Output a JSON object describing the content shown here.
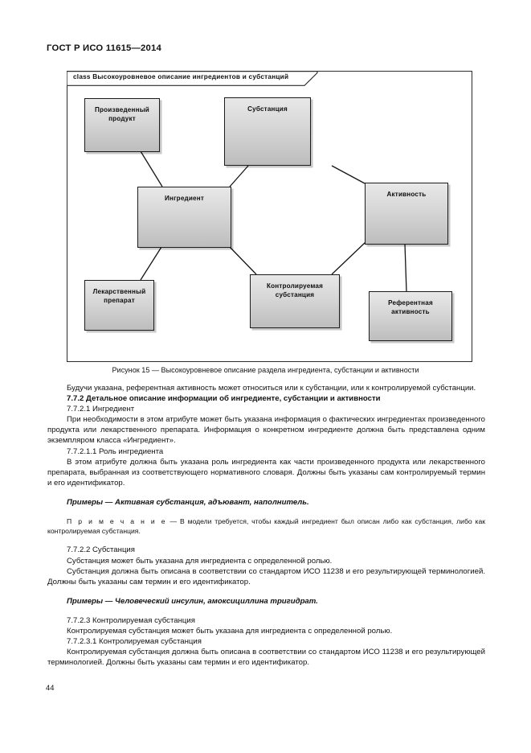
{
  "header": {
    "standard_id": "ГОСТ Р ИСО 11615—2014"
  },
  "figure": {
    "frame_label": "class Высокоуровневое описание ингредиентов и субстанций",
    "caption": "Рисунок 15 — Высокоуровневое описание раздела ингредиента, субстанции и активности",
    "nodes": [
      {
        "id": "manufactured-product",
        "label": "Произведенный\nпродукт"
      },
      {
        "id": "substance",
        "label": "Субстанция"
      },
      {
        "id": "ingredient",
        "label": "Ингредиент"
      },
      {
        "id": "activity",
        "label": "Активность"
      },
      {
        "id": "medicinal-product",
        "label": "Лекарственный\nпрепарат"
      },
      {
        "id": "controlled-substance",
        "label": "Контролируемая\nсубстанция"
      },
      {
        "id": "reference-activity",
        "label": "Референтная\nактивность"
      }
    ],
    "edges": [
      {
        "from": "manufactured-product",
        "to": "ingredient"
      },
      {
        "from": "ingredient",
        "to": "substance"
      },
      {
        "from": "substance",
        "to": "activity"
      },
      {
        "from": "ingredient",
        "to": "medicinal-product"
      },
      {
        "from": "ingredient",
        "to": "controlled-substance"
      },
      {
        "from": "controlled-substance",
        "to": "activity"
      },
      {
        "from": "activity",
        "to": "reference-activity"
      }
    ]
  },
  "body": {
    "p1": "Будучи указана, референтная активность может относиться или к субстанции, или к контролируемой субстанции.",
    "h1": "7.7.2 Детальное описание информации об ингредиенте, субстанции и активности",
    "h2": "7.7.2.1 Ингредиент",
    "p2": "При необходимости в этом атрибуте может быть указана информация о фактических ингредиентах произведенного продукта или лекарственного препарата. Информация о конкретном ингредиенте должна быть представлена одним экземпляром класса «Ингредиент».",
    "h3": "7.7.2.1.1 Роль ингредиента",
    "p3": "В этом атрибуте должна быть указана роль ингредиента как части произведенного продукта или лекарственного препарата, выбранная из соответствующего нормативного словаря. Должны быть указаны сам контролируемый термин и его идентификатор.",
    "ex1": "Примеры — Активная субстанция, адъювант, наполнитель.",
    "note_label": "П р и м е ч а н и е",
    "note1": " — В модели требуется, чтобы каждый ингредиент был описан либо как субстанция, либо как контролируемая субстанция.",
    "h4": "7.7.2.2 Субстанция",
    "p4": "Субстанция может быть указана для ингредиента с определенной ролью.",
    "p5": "Субстанция должна быть описана в соответствии со стандартом ИСО 11238 и его результирующей терминологией. Должны быть указаны сам термин и его идентификатор.",
    "ex2": "Примеры — Человеческий инсулин, амоксициллина тригидрат.",
    "h5": "7.7.2.3 Контролируемая субстанция",
    "p6": "Контролируемая субстанция может быть указана для ингредиента с определенной ролью.",
    "h6": "7.7.2.3.1 Контролируемая субстанция",
    "p7": "Контролируемая субстанция должна быть описана в соответствии со стандартом ИСО 11238 и его результирующей терминологией. Должны быть указаны сам термин и его идентификатор."
  },
  "footer": {
    "page_number": "44"
  }
}
